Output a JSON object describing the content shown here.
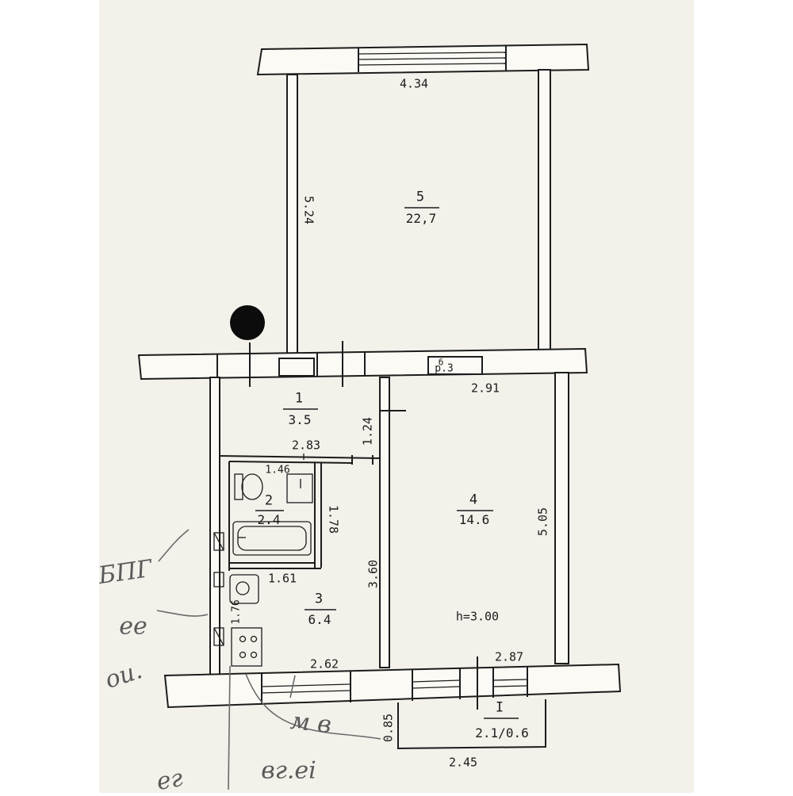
{
  "plan": {
    "rooms": [
      {
        "id": "5",
        "number": "5",
        "area": "22,7"
      },
      {
        "id": "1",
        "number": "1",
        "area": "3.5"
      },
      {
        "id": "2",
        "number": "2",
        "area": "2.4"
      },
      {
        "id": "3",
        "number": "3",
        "area": "6.4"
      },
      {
        "id": "4",
        "number": "4",
        "area": "14.6"
      },
      {
        "id": "balcony",
        "number": "I",
        "area": "2.1/0.6"
      }
    ],
    "dimensions": {
      "room5_width": "4.34",
      "room5_length": "5.24",
      "room4_width_top": "2.91",
      "room4_width_bottom": "2.87",
      "room4_length": "5.05",
      "room1_width": "2.83",
      "room1_depth": "1.24",
      "bath_width_top": "1.46",
      "bath_length": "1.78",
      "bath_width_bottom": "1.61",
      "kitchen_side": "1.76",
      "kitchen_length": "3.60",
      "kitchen_width": "2.62",
      "balcony_depth": "0.85",
      "balcony_width": "2.45"
    },
    "ceiling_height": "h=3.00",
    "shaft_label": "p.3",
    "shaft_mark": "б"
  },
  "handwriting": {
    "note_1": "БПГ",
    "note_2": "ее",
    "note_3": "ou.",
    "note_4": "м в",
    "note_5": "вг.еі",
    "note_6": "ег"
  }
}
